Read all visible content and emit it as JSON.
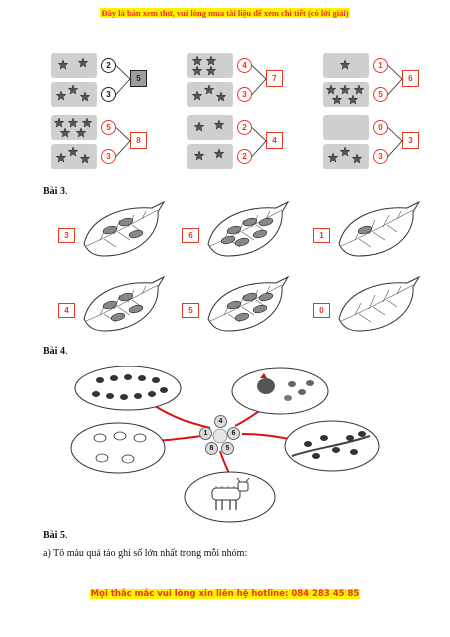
{
  "banner_top": "Đây là bản xem thử, vui lòng mua tài liệu để xem chi tiết (có lời giải)",
  "banner_bottom": "Mọi thắc mắc vui lòng xin liên hệ hotline: 084 283 45 85",
  "star_groups": [
    {
      "top": "2",
      "bottom": "3",
      "total": "5"
    },
    {
      "top": "4",
      "bottom": "3",
      "total": "7"
    },
    {
      "top": "1",
      "bottom": "5",
      "total": "6"
    },
    {
      "top": "5",
      "bottom": "3",
      "total": "8"
    },
    {
      "top": "2",
      "bottom": "2",
      "total": "4"
    },
    {
      "top": "0",
      "bottom": "3",
      "total": "3"
    }
  ],
  "bai3": {
    "label": "Bài 3",
    "suffix": "."
  },
  "leaves": [
    "3",
    "6",
    "1",
    "4",
    "5",
    "0"
  ],
  "bai4": {
    "label": "Bài 4",
    "suffix": ".",
    "flower_numbers": [
      "4",
      "1",
      "6",
      "8",
      "5"
    ]
  },
  "bai5": {
    "label": "Bài 5",
    "suffix": ".",
    "line_a": "a) Tô màu quả táo ghi số lớn nhất trong mỗi nhóm:"
  },
  "colors": {
    "accent_red": "#e8361e",
    "highlight": "#fff200"
  }
}
